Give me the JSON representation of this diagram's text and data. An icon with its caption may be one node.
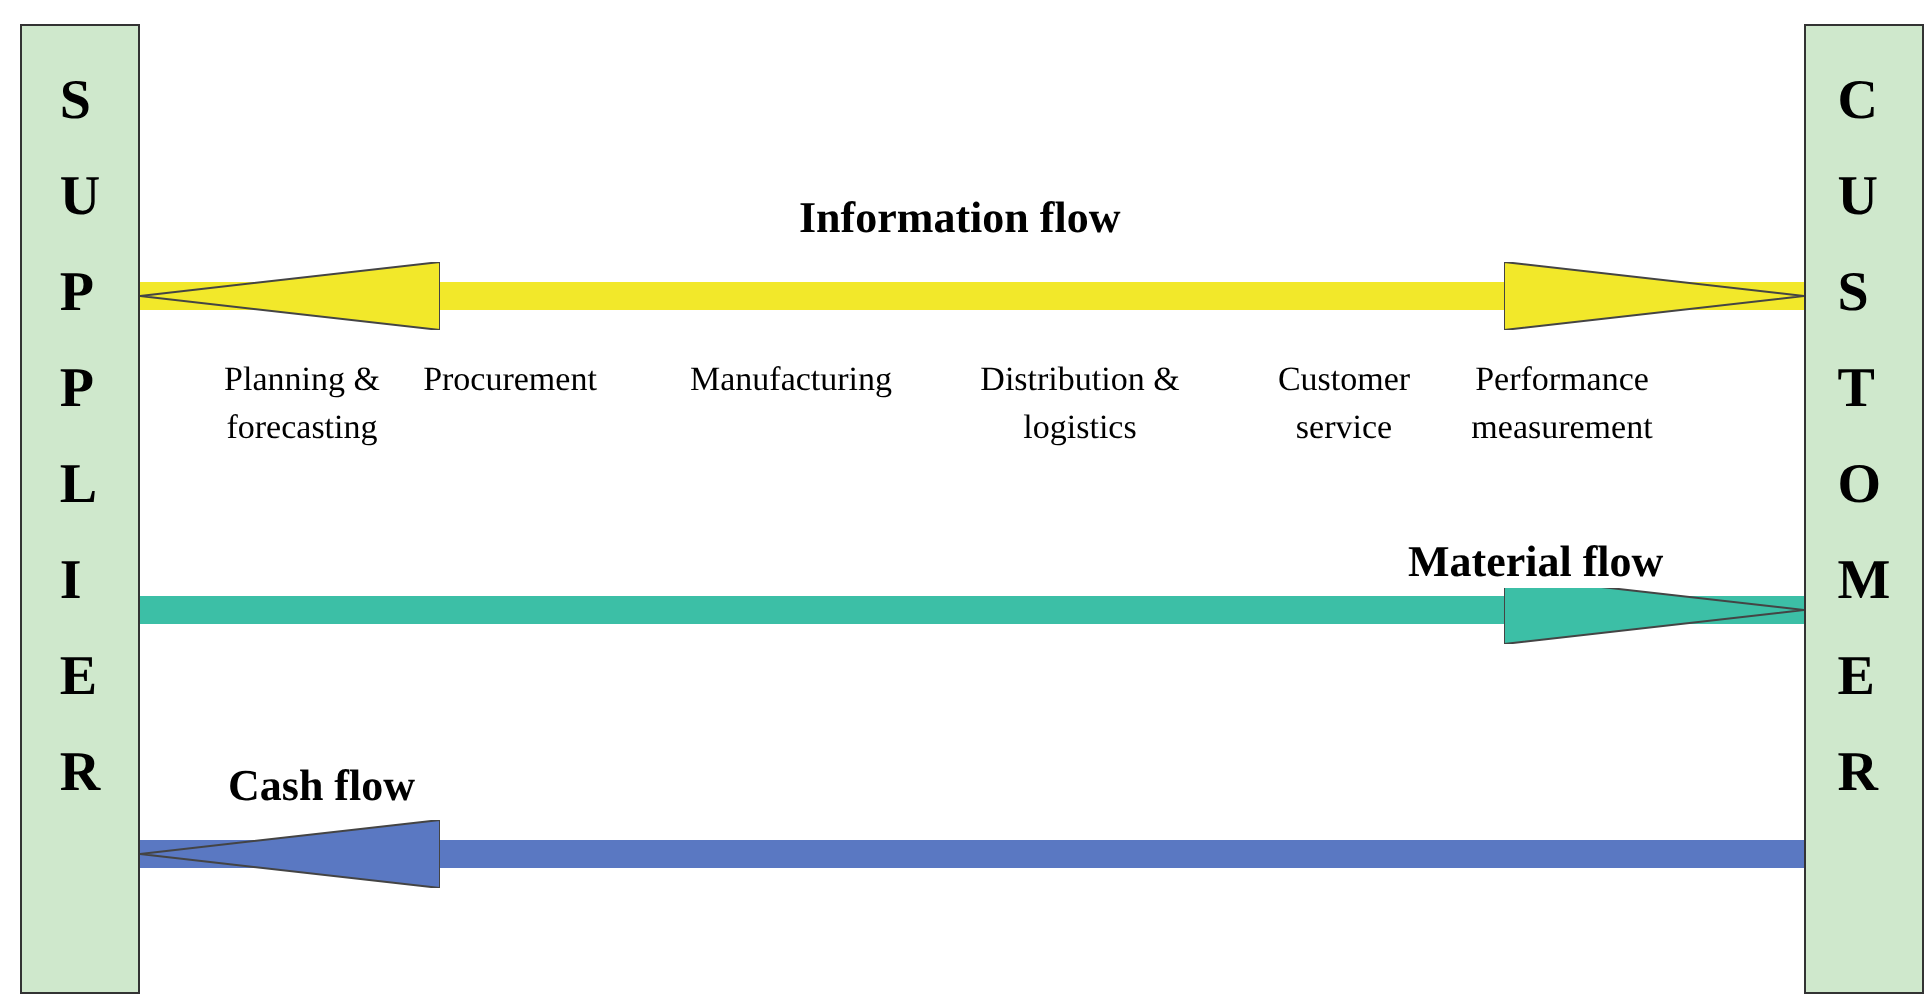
{
  "diagram": {
    "nodes": [
      {
        "text": [
          "SUPPLIER"
        ]
      },
      {
        "text": [
          "CUSTOMER"
        ]
      }
    ],
    "edges": [
      {
        "from": 0,
        "to": 1,
        "arrow": "both",
        "label": "Information flow",
        "color": "#f2e82a"
      },
      {
        "from": 0,
        "to": 1,
        "arrow": "to",
        "label": "Material flow",
        "color": "#3cbfa6"
      },
      {
        "from": 1,
        "to": 0,
        "arrow": "to",
        "label": "Cash flow",
        "color": "#5a78c2"
      }
    ],
    "labels": [
      "Planning & forecasting",
      "Procurement",
      "Manufacturing",
      "Distribution & logistics",
      "Customer service",
      "Performance measurement"
    ]
  }
}
